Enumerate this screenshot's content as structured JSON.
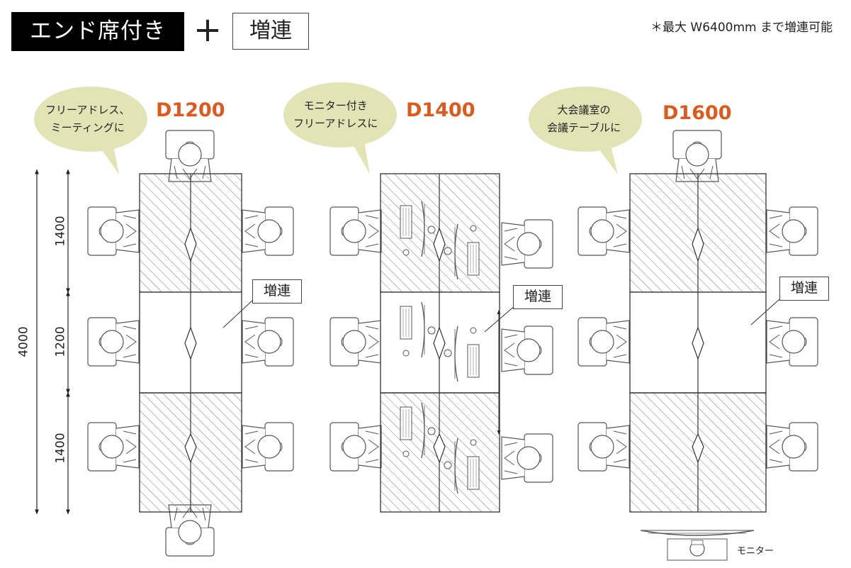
{
  "header": {
    "tag_label": "エンド席付き",
    "plus_sign": "+",
    "box_label": "増連"
  },
  "note": "＊最大 W6400mm まで増連可能",
  "panels": [
    {
      "model": "D1200",
      "bubble_line1": "フリーアドレス、",
      "bubble_line2": "ミーティングに",
      "add_label": "増連"
    },
    {
      "model": "D1400",
      "bubble_line1": "モニター付き",
      "bubble_line2": "フリーアドレスに",
      "add_label": "増連"
    },
    {
      "model": "D1600",
      "bubble_line1": "大会議室の",
      "bubble_line2": "会議テーブルに",
      "add_label": "増連"
    }
  ],
  "dimensions": {
    "total": "4000",
    "segments": [
      "1400",
      "1200",
      "1400"
    ]
  },
  "legend": {
    "monitor_label": "モニター"
  },
  "colors": {
    "model_accent": "#dd5a1e",
    "bubble_fill": "#e3e4b6",
    "header_fill": "#000000"
  }
}
